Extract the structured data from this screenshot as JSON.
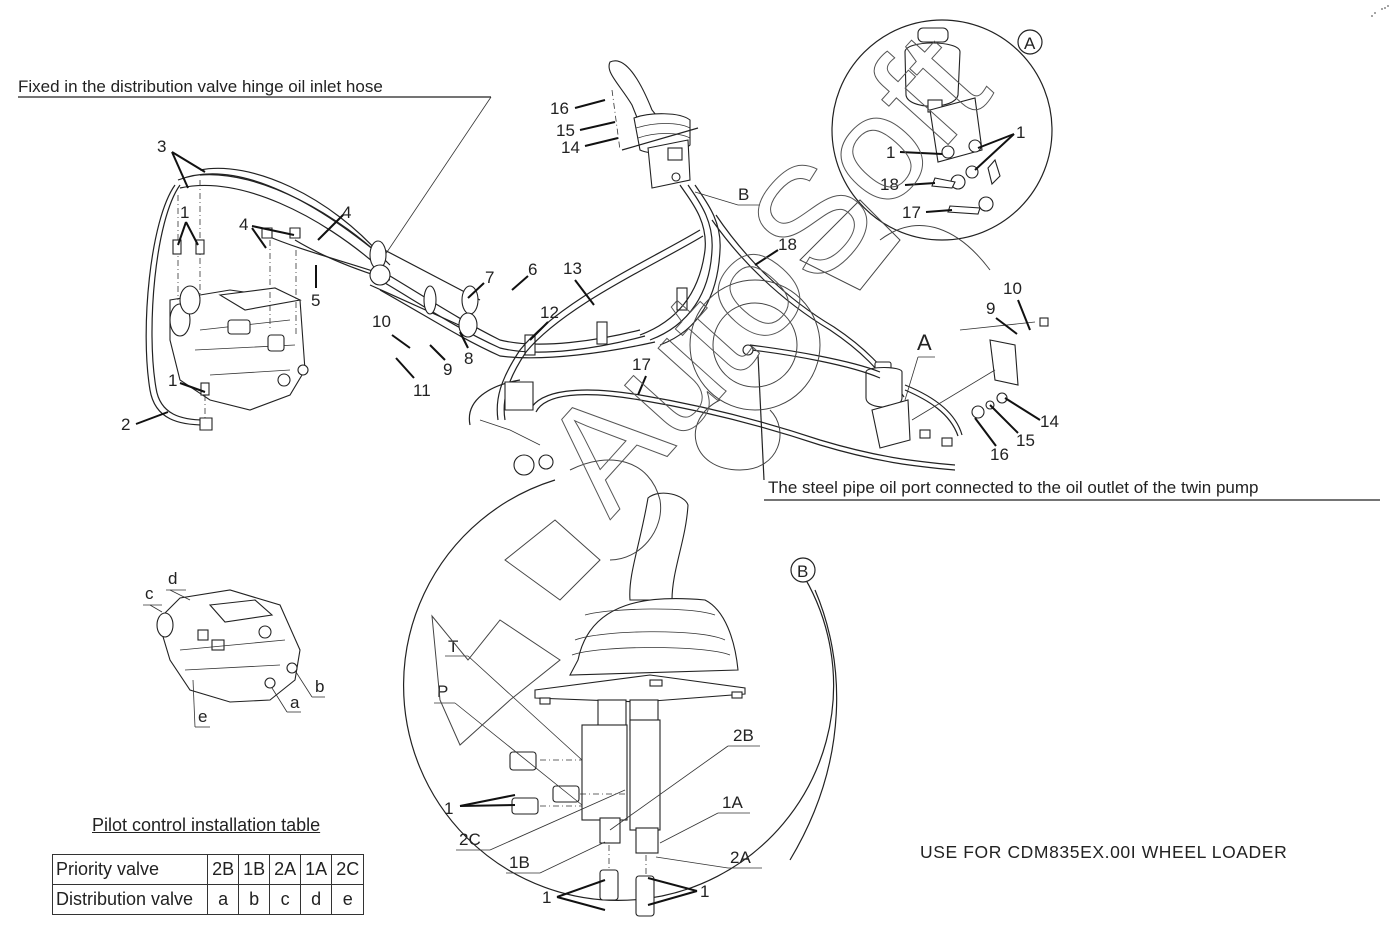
{
  "diagram": {
    "notes": {
      "top_left": "Fixed in the distribution valve hinge oil inlet hose",
      "right_middle": "The steel pipe oil port connected to the oil outlet of the twin pump",
      "footer": "USE FOR CDM835EX.00I WHEEL LOADER"
    },
    "watermark": "AutoSoft",
    "detail_views": {
      "A": "A",
      "B": "B"
    },
    "main_view_callouts": {
      "c1a": "1",
      "c1b": "1",
      "c1c": "1",
      "c2": "2",
      "c3": "3",
      "c4a": "4",
      "c4b": "4",
      "c5": "5",
      "c6": "6",
      "c7": "7",
      "c8": "8",
      "c9": "9",
      "c10": "10",
      "c11": "11",
      "c12": "12",
      "c13": "13",
      "c14": "14",
      "c15": "15",
      "c16": "16",
      "c17": "17",
      "c18": "18",
      "cB": "B",
      "c9r": "9",
      "c10r": "10",
      "c14r": "14",
      "c15r": "15",
      "c16r": "16",
      "cA": "A"
    },
    "detail_A_callouts": {
      "c1l": "1",
      "c1r": "1",
      "c18": "18",
      "c17": "17"
    },
    "detail_B_callouts": {
      "T": "T",
      "P": "P",
      "p2B": "2B",
      "p1A": "1A",
      "p2C": "2C",
      "p1B": "1B",
      "p2A": "2A",
      "c1l": "1",
      "c1bl": "1",
      "c1br": "1"
    },
    "valve_ports": {
      "a": "a",
      "b": "b",
      "c": "c",
      "d": "d",
      "e": "e"
    }
  },
  "installation_table": {
    "title": "Pilot control installation table",
    "rows": [
      {
        "label": "Priority valve",
        "cells": [
          "2B",
          "1B",
          "2A",
          "1A",
          "2C"
        ]
      },
      {
        "label": "Distribution valve",
        "cells": [
          "a",
          "b",
          "c",
          "d",
          "e"
        ]
      }
    ]
  }
}
